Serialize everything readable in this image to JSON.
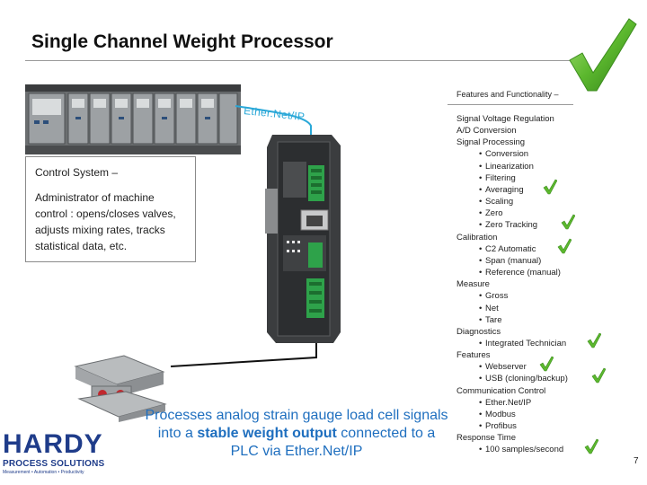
{
  "title": "Single Channel Weight Processor",
  "ethernet_label": "Ether.Net/IP",
  "control_box": {
    "heading": "Control System –",
    "body": "Administrator of machine control : opens/closes valves, adjusts mixing rates, tracks statistical data, etc."
  },
  "caption": {
    "part1": "Processes analog strain gauge load cell signals into a ",
    "emphasis": "stable weight output",
    "part2": " connected to a PLC via Ether.Net/IP"
  },
  "logo": {
    "word": "HARDY",
    "sub": "PROCESS SOLUTIONS",
    "tagline": "Measurement • Automation • Productivity"
  },
  "features_heading": "Features and Functionality –",
  "features": [
    {
      "text": "Signal Voltage Regulation",
      "level": 0
    },
    {
      "text": "A/D Conversion",
      "level": 0
    },
    {
      "text": "Signal Processing",
      "level": 0
    },
    {
      "text": "Conversion",
      "level": 1
    },
    {
      "text": "Linearization",
      "level": 1
    },
    {
      "text": "Filtering",
      "level": 1
    },
    {
      "text": "Averaging",
      "level": 1,
      "checked": true
    },
    {
      "text": "Scaling",
      "level": 1
    },
    {
      "text": "Zero",
      "level": 1
    },
    {
      "text": "Zero Tracking",
      "level": 1,
      "checked": true
    },
    {
      "text": "Calibration",
      "level": 0
    },
    {
      "text": "C2 Automatic",
      "level": 1,
      "checked": true
    },
    {
      "text": "Span (manual)",
      "level": 1
    },
    {
      "text": "Reference (manual)",
      "level": 1
    },
    {
      "text": "Measure",
      "level": 0
    },
    {
      "text": "Gross",
      "level": 1
    },
    {
      "text": "Net",
      "level": 1
    },
    {
      "text": "Tare",
      "level": 1
    },
    {
      "text": "Diagnostics",
      "level": 0
    },
    {
      "text": "Integrated Technician",
      "level": 1,
      "checked": true
    },
    {
      "text": "Features",
      "level": 0
    },
    {
      "text": "Webserver",
      "level": 1,
      "checked": true
    },
    {
      "text": "USB (cloning/backup)",
      "level": 1,
      "checked": true
    },
    {
      "text": "Communication Control",
      "level": 0
    },
    {
      "text": "Ether.Net/IP",
      "level": 1
    },
    {
      "text": "Modbus",
      "level": 1
    },
    {
      "text": "Profibus",
      "level": 1
    },
    {
      "text": "Response Time",
      "level": 0
    },
    {
      "text": "100 samples/second",
      "level": 1,
      "checked": true
    }
  ],
  "page_number": "7",
  "icons": [
    "check-icon",
    "plc-rack-image",
    "weight-processor-image",
    "load-cell-image",
    "hardy-logo"
  ],
  "colors": {
    "caption": "#1f6fbf",
    "ethernet_cable": "#2aa8d8",
    "check_green": "#5cb82e",
    "logo_blue": "#1f3c8a"
  }
}
